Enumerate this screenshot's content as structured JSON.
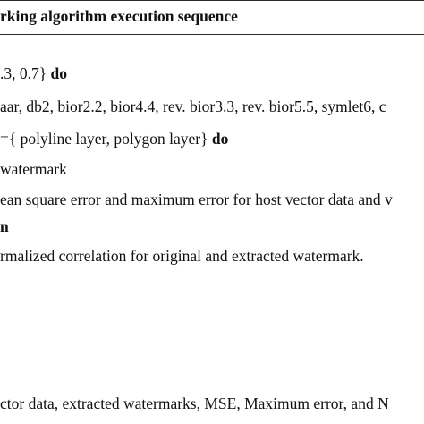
{
  "algorithm": {
    "title": "rking algorithm execution sequence",
    "lines": [
      {
        "pre": ".3, 0.7} ",
        "kw": "do",
        "post": ""
      },
      {
        "pre": "aar, db2, bior2.2, bior4.4, rev. bior3.3, rev. bior5.5, symlet6, c",
        "kw": "",
        "post": ""
      },
      {
        "pre": "={ polyline layer, polygon layer} ",
        "kw": "do",
        "post": ""
      },
      {
        "pre": "watermark",
        "kw": "",
        "post": ""
      },
      {
        "pre": "ean square error and maximum error for host vector data and v",
        "kw": "",
        "post": ""
      },
      {
        "pre": "",
        "kw": "n",
        "post": ""
      },
      {
        "pre": "rmalized correlation for original and extracted watermark.",
        "kw": "",
        "post": ""
      },
      {
        "pre": "ctor data, extracted watermarks, MSE, Maximum error, and N",
        "kw": "",
        "post": ""
      }
    ]
  }
}
